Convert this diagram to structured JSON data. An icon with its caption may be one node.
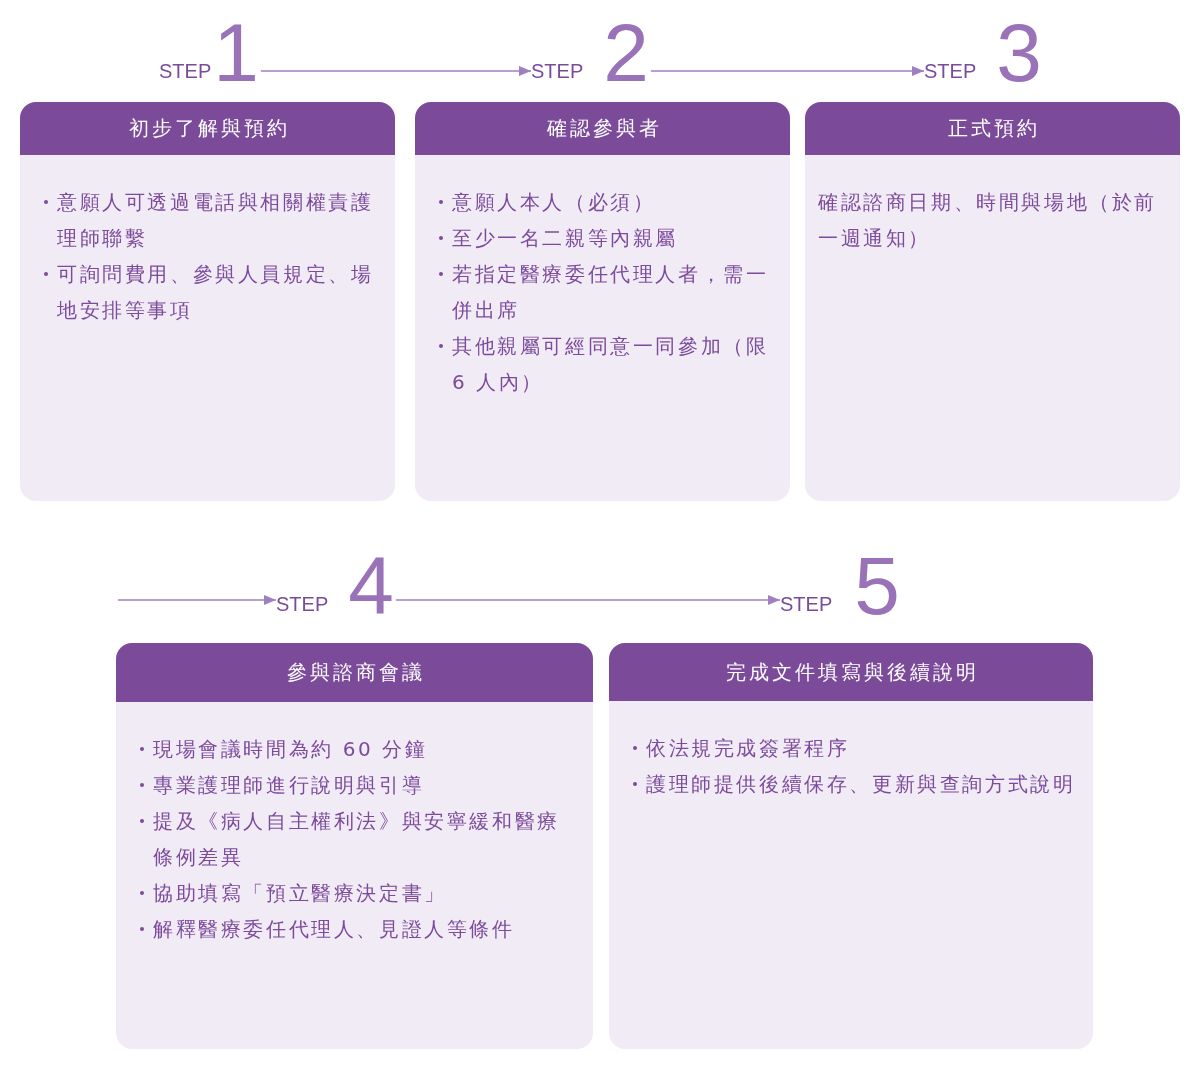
{
  "diagram": {
    "nodes": [
      {
        "text": [
          "STEP",
          "1"
        ]
      },
      {
        "text": [
          "初步了解與預約",
          "意願人可透過電話與相關權責護理師聯繫",
          "可詢問費用、參與人員規定、場地安排等事項"
        ]
      },
      {
        "text": [
          "STEP",
          "2"
        ]
      },
      {
        "text": [
          "確認參與者",
          "意願人本人（必須）",
          "至少一名二親等內親屬",
          "若指定醫療委任代理人者，需一併出席",
          "其他親屬可經同意一同參加（限 6 人內）"
        ]
      },
      {
        "text": [
          "STEP",
          "3"
        ]
      },
      {
        "text": [
          "正式預約",
          "確認諮商日期、時間與場地（於前一週通知）"
        ]
      },
      {
        "text": [
          "STEP",
          "4"
        ]
      },
      {
        "text": [
          "參與諮商會議",
          "現場會議時間為約 60 分鐘",
          "專業護理師進行說明與引導",
          "提及《病人自主權利法》與安寧緩和醫療條例差異",
          "協助填寫「預立醫療決定書」",
          "解釋醫療委任代理人、見證人等條件"
        ]
      },
      {
        "text": [
          "STEP",
          "5"
        ]
      },
      {
        "text": [
          "完成文件填寫與後續說明",
          "依法規完成簽署程序",
          "護理師提供後續保存、更新與查詢方式說明"
        ]
      }
    ],
    "edges": [
      {
        "from": 0,
        "to": 2,
        "arrow": "to"
      },
      {
        "from": 2,
        "to": 4,
        "arrow": "to"
      },
      {
        "from": null,
        "to": 6,
        "arrow": "to"
      },
      {
        "from": 6,
        "to": 8,
        "arrow": "to"
      }
    ]
  }
}
